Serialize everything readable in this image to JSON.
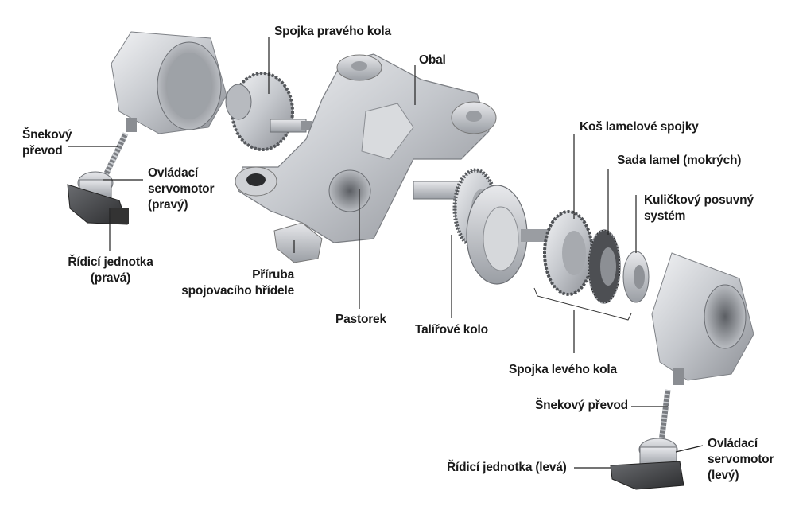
{
  "labels": {
    "snekovy_prevod_pravy": "Šnekový\npřevod",
    "spojka_praveho_kola": "Spojka pravého kola",
    "obal": "Obal",
    "ovladaci_servomotor_pravy": "Ovládací\nservomotor\n(pravý)",
    "ridici_jednotka_prava": "Řídicí jednotka\n(pravá)",
    "priruba": "Příruba\nspojovacího hřídele",
    "pastorek": "Pastorek",
    "talirove_kolo": "Talířové kolo",
    "kos_lamelove_spojky": "Koš lamelové spojky",
    "sada_lamel": "Sada lamel (mokrých)",
    "kulickovy_system": "Kuličkový posuvný\nsystém",
    "spojka_leveho_kola": "Spojka levého kola",
    "snekovy_prevod_levy": "Šnekový převod",
    "ridici_jednotka_leva": "Řídicí jednotka (levá)",
    "ovladaci_servomotor_levy": "Ovládací\nservomotor\n(levý)"
  }
}
